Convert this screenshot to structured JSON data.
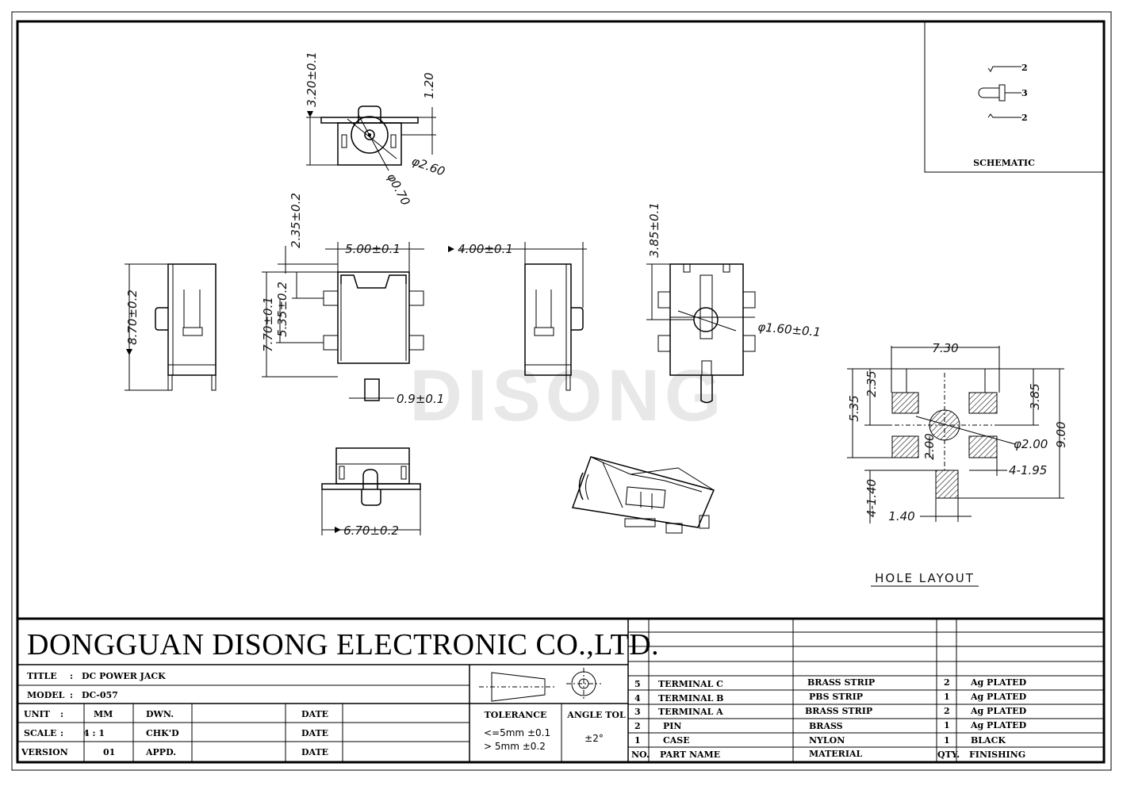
{
  "company": "DONGGUAN DISONG ELECTRONIC CO.,LTD.",
  "watermark": "DISONG",
  "title_label": "TITLE",
  "title_value": "DC POWER JACK",
  "model_label": "MODEL",
  "model_value": "DC-057",
  "unit_label": "UNIT",
  "unit_value": "MM",
  "scale_label": "SCALE",
  "scale_value": "4 : 1",
  "version_label": "VERSION",
  "version_value": "01",
  "dwn_label": "DWN.",
  "chkd_label": "CHK'D",
  "appd_label": "APPD.",
  "date_label": "DATE",
  "colon": ":",
  "tolerance_label": "TOLERANCE",
  "tolerance_line1": "<=5mm  ±0.1",
  "tolerance_line2": "> 5mm  ±0.2",
  "angle_tol_label": "ANGLE TOL",
  "angle_tol_value": "±2°",
  "schematic_label": "SCHEMATIC",
  "schematic_pins": [
    "2",
    "3",
    "2"
  ],
  "hole_layout_label": "HOLE LAYOUT",
  "bom_header": {
    "no": "NO.",
    "part": "PART  NAME",
    "material": "MATERIAL",
    "qty": "QTY.",
    "finishing": "FINISHING"
  },
  "bom": [
    {
      "no": "5",
      "part": "TERMINAL C",
      "material": "BRASS STRIP",
      "qty": "2",
      "finishing": "Ag PLATED"
    },
    {
      "no": "4",
      "part": "TERMINAL B",
      "material": "PBS STRIP",
      "qty": "1",
      "finishing": "Ag PLATED"
    },
    {
      "no": "3",
      "part": "TERMINAL A",
      "material": "BRASS STRIP",
      "qty": "2",
      "finishing": "Ag PLATED"
    },
    {
      "no": "2",
      "part": "PIN",
      "material": "BRASS",
      "qty": "1",
      "finishing": "Ag PLATED"
    },
    {
      "no": "1",
      "part": "CASE",
      "material": "NYLON",
      "qty": "1",
      "finishing": "BLACK"
    }
  ],
  "dims": {
    "d_3_20": "3.20±0.1",
    "d_1_20": "1.20",
    "d_phi_2_60": "φ2.60",
    "d_phi_0_70": "φ0.70",
    "d_8_70": "8.70±0.2",
    "d_2_35a": "2.35±0.2",
    "d_5_00": "5.00±0.1",
    "d_7_70": "7.70±0.1",
    "d_5_35a": "5.35±0.2",
    "d_0_9": "0.9±0.1",
    "d_4_00": "4.00±0.1",
    "d_3_85a": "3.85±0.1",
    "d_phi_1_60": "φ1.60±0.1",
    "d_6_70": "6.70±0.2",
    "h_7_30": "7.30",
    "h_2_35": "2.35",
    "h_5_35": "5.35",
    "h_3_85": "3.85",
    "h_9_00": "9.00",
    "h_2_00": "2.00",
    "h_phi_2_00": "φ2.00",
    "h_4_1_40": "4-1.40",
    "h_4_1_95": "4-1.95",
    "h_1_40": "1.40"
  }
}
